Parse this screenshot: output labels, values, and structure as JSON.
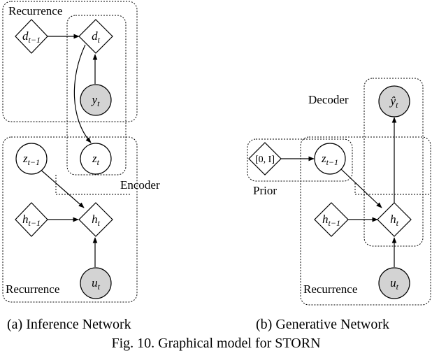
{
  "inference": {
    "labels": {
      "recurrence_top": "Recurrence",
      "encoder": "Encoder",
      "recurrence_bottom": "Recurrence"
    },
    "nodes": {
      "d_prev": {
        "base": "d",
        "sub": "t−1"
      },
      "d_t": {
        "base": "d",
        "sub": "t"
      },
      "y_t": {
        "base": "y",
        "sub": "t"
      },
      "z_t": {
        "base": "z",
        "sub": "t"
      },
      "z_prev": {
        "base": "z",
        "sub": "t−1"
      },
      "h_prev": {
        "base": "h",
        "sub": "t−1"
      },
      "h_t": {
        "base": "h",
        "sub": "t"
      },
      "u_t": {
        "base": "u",
        "sub": "t"
      }
    },
    "caption": "(a) Inference Network"
  },
  "generative": {
    "labels": {
      "decoder": "Decoder",
      "prior": "Prior",
      "recurrence": "Recurrence"
    },
    "nodes": {
      "yhat_t": {
        "base": "ŷ",
        "sub": "t"
      },
      "prior_dist": {
        "text": "[0, I]"
      },
      "z_prev": {
        "base": "z",
        "sub": "t−1"
      },
      "h_prev": {
        "base": "h",
        "sub": "t−1"
      },
      "h_t": {
        "base": "h",
        "sub": "t"
      },
      "u_t": {
        "base": "u",
        "sub": "t"
      }
    },
    "caption": "(b) Generative Network"
  },
  "figure_caption": "Fig. 10. Graphical model for STORN",
  "colors": {
    "observed_fill": "#d3d3d3",
    "stroke": "#000000",
    "background": "#ffffff"
  }
}
